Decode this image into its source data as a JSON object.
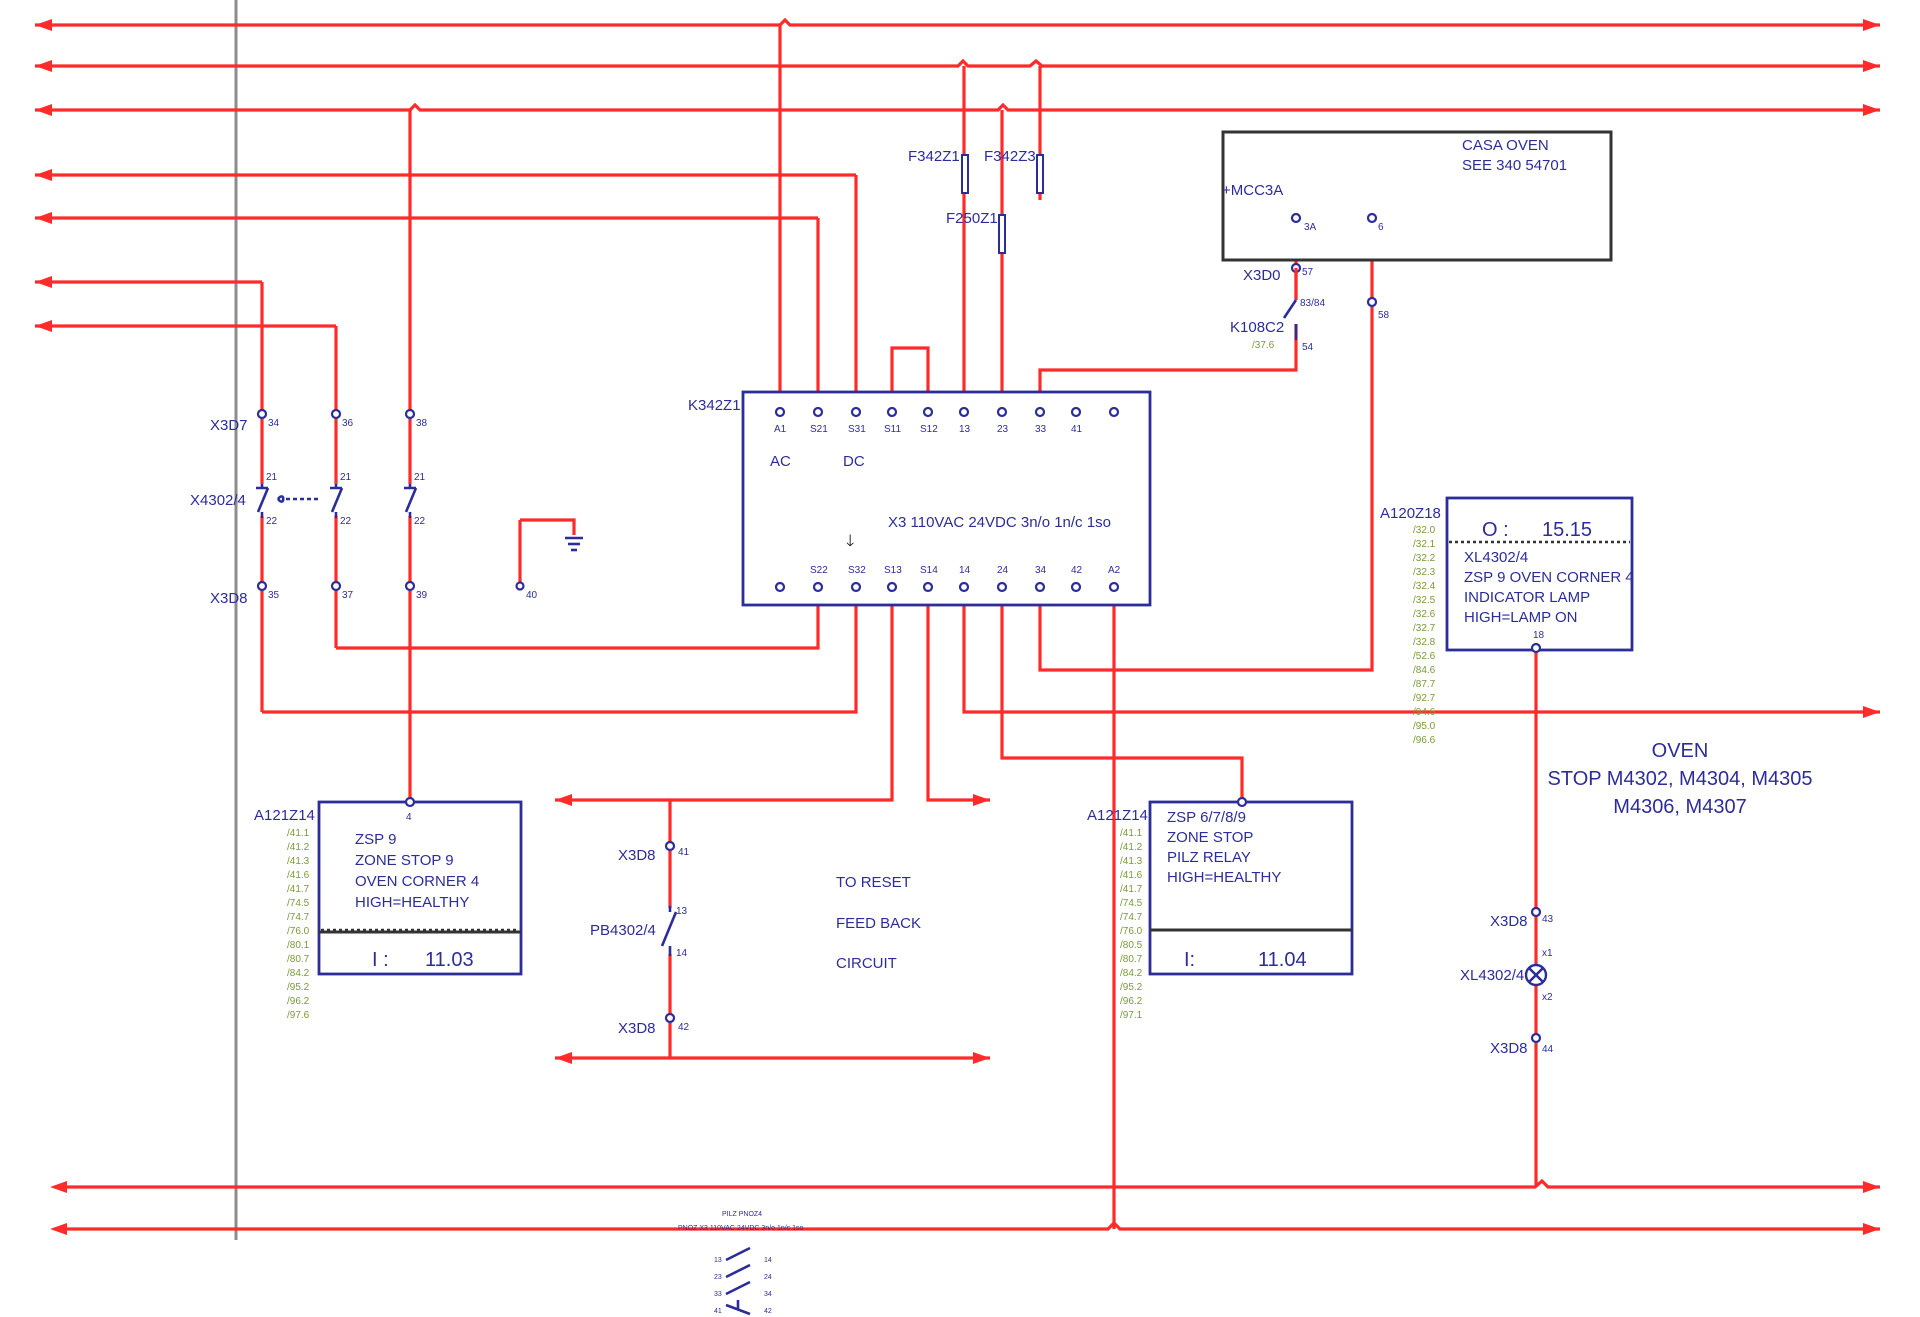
{
  "relay_K342Z1": {
    "tag": "K342Z1",
    "top_pins": [
      "A1",
      "S21",
      "S31",
      "S11",
      "S12",
      "13",
      "23",
      "33",
      "41",
      ""
    ],
    "bottom_pins": [
      "",
      "S22",
      "S32",
      "S13",
      "S14",
      "14",
      "24",
      "34",
      "42",
      "A2"
    ],
    "ac": "AC",
    "dc": "DC",
    "description": "X3 110VAC 24VDC 3n/o 1n/c 1so"
  },
  "fuses": {
    "f1": "F342Z1",
    "f2": "F342Z3",
    "f3": "F250Z1"
  },
  "casa": {
    "line1": "CASA OVEN",
    "line2": "SEE 340 54701",
    "mcc": "+MCC3A",
    "t1": "3A",
    "t2": "6",
    "x3d0": "X3D0",
    "p57": "57",
    "p58": "58",
    "k108": "K108C2",
    "k108_pins": "83/84",
    "k108_ref": "/37.6",
    "p54": "54"
  },
  "left": {
    "x3d7": "X3D7",
    "x3d8": "X3D8",
    "x4302": "X4302/4",
    "pins_top": [
      "34",
      "36",
      "38"
    ],
    "pins_bot": [
      "35",
      "37",
      "39"
    ],
    "c21": "21",
    "c22": "22",
    "p40": "40"
  },
  "a120": {
    "tag": "A120Z18",
    "o_label": "O :",
    "o_val": "15.15",
    "lines": [
      "XL4302/4",
      "ZSP 9 OVEN CORNER 4",
      "INDICATOR LAMP",
      "HIGH=LAMP ON"
    ],
    "pin": "18",
    "refs": [
      "/32.0",
      "/32.1",
      "/32.2",
      "/32.3",
      "/32.4",
      "/32.5",
      "/32.6",
      "/32.7",
      "/32.8",
      "/52.6",
      "/84.6",
      "/87.7",
      "/92.7",
      "/94.6",
      "/95.0",
      "/96.6"
    ]
  },
  "oven": {
    "l1": "OVEN",
    "l2": "STOP M4302,  M4304,  M4305",
    "l3": "M4306,  M4307"
  },
  "a121a": {
    "tag": "A121Z14",
    "pin": "4",
    "lines": [
      "ZSP 9",
      "ZONE STOP 9",
      "OVEN CORNER 4",
      "HIGH=HEALTHY"
    ],
    "i_label": "I :",
    "i_val": "11.03",
    "refs": [
      "/41.1",
      "/41.2",
      "/41.3",
      "/41.6",
      "/41.7",
      "/74.5",
      "/74.7",
      "/76.0",
      "/80.1",
      "/80.7",
      "/84.2",
      "/95.2",
      "/96.2",
      "/97.6"
    ]
  },
  "a121b": {
    "tag": "A121Z14",
    "lines": [
      "ZSP 6/7/8/9",
      "ZONE STOP",
      "PILZ RELAY",
      "HIGH=HEALTHY"
    ],
    "i_label": "I:",
    "i_val": "11.04",
    "refs": [
      "/41.1",
      "/41.2",
      "/41.3",
      "/41.6",
      "/41.7",
      "/74.5",
      "/74.7",
      "/76.0",
      "/80.5",
      "/80.7",
      "/84.2",
      "/95.2",
      "/96.2",
      "/97.1"
    ]
  },
  "reset": {
    "x3d8a": "X3D8",
    "x3d8b": "X3D8",
    "pb": "PB4302/4",
    "p41": "41",
    "p13": "13",
    "p14": "14",
    "p42": "42",
    "text": [
      "TO RESET",
      "FEED BACK",
      "CIRCUIT"
    ]
  },
  "lamp": {
    "x3d8a": "X3D8",
    "x3d8b": "X3D8",
    "xl": "XL4302/4",
    "p43": "43",
    "x1": "x1",
    "x2": "x2",
    "p44": "44"
  },
  "legend": {
    "title": "PILZ PNOZ4",
    "sub": "PNOZ X3 110VAC 24VDC 3n/o 1n/c 1so",
    "rows": [
      [
        "13",
        "14"
      ],
      [
        "23",
        "24"
      ],
      [
        "33",
        "34"
      ],
      [
        "41",
        "42"
      ]
    ]
  }
}
